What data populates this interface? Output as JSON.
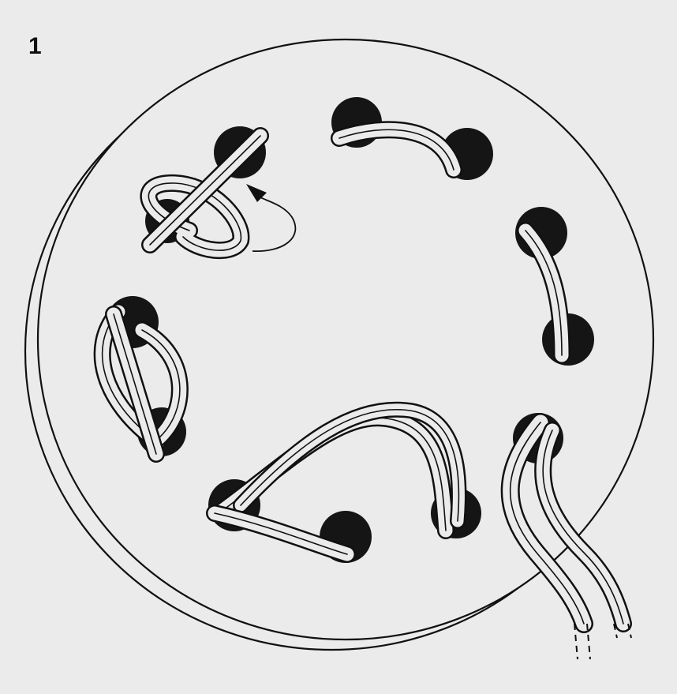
{
  "figure": {
    "step_label": "1",
    "colors": {
      "background": "#ebebeb",
      "disc": "#ebebeb",
      "ink": "#111111",
      "hole": "#151515"
    },
    "holes": [
      "hole-top-left",
      "hole-top-center",
      "hole-top-right",
      "hole-right",
      "hole-left",
      "hole-bottom-left",
      "hole-bottom-center",
      "hole-bottom-right",
      "hole-right-lower",
      "hole-loop-inner"
    ],
    "annotations": [
      "threading-arrow",
      "cord-end-dashed"
    ]
  }
}
